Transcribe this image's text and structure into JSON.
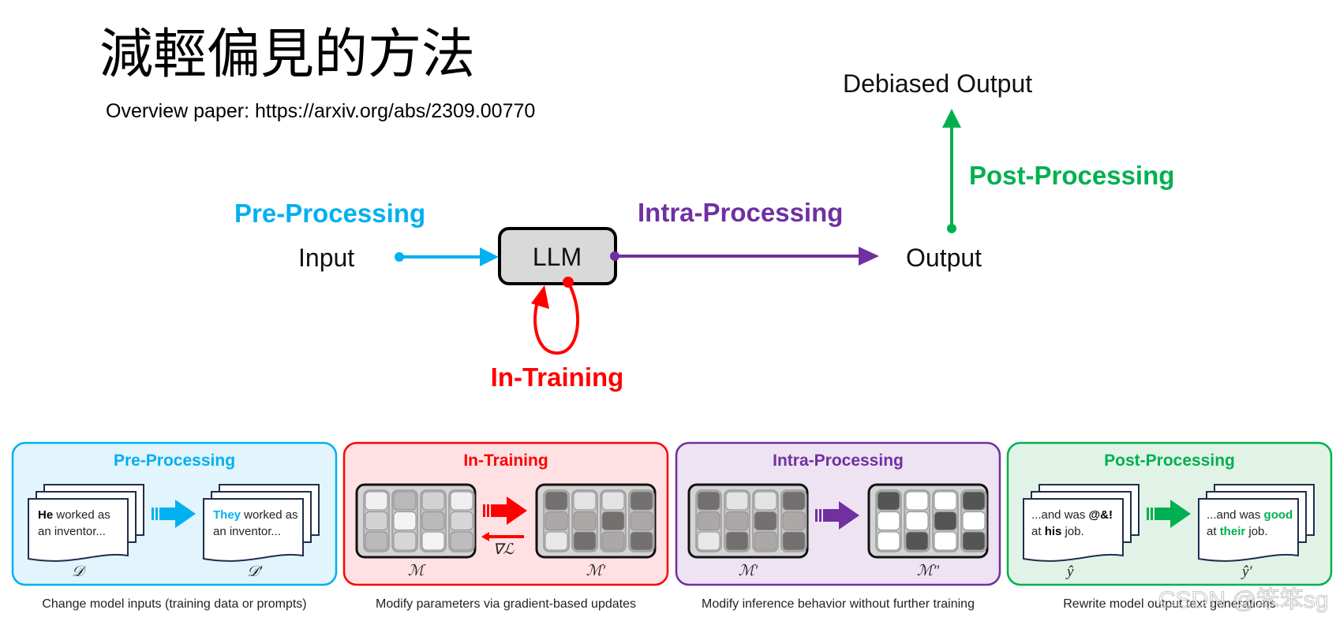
{
  "title": "減輕偏見的方法",
  "subtitle": "Overview paper: https://arxiv.org/abs/2309.00770",
  "colors": {
    "pre": "#00B0F0",
    "in": "#FF0000",
    "intra": "#7030A0",
    "post": "#00B050",
    "pre_bg": "#E2F4FC",
    "in_bg": "#FFE1E3",
    "intra_bg": "#EDE3F3",
    "post_bg": "#E1F3E6",
    "node_fill": "#D9D9D9",
    "doc_border": "#1F2D4D"
  },
  "flow": {
    "input_label": "Input",
    "model_label": "LLM",
    "output_label": "Output",
    "debiased_label": "Debiased Output",
    "stages": {
      "pre": "Pre-Processing",
      "in": "In-Training",
      "intra": "Intra-Processing",
      "post": "Post-Processing"
    }
  },
  "cards": [
    {
      "key": "pre",
      "title": "Pre-Processing",
      "caption": "Change model inputs (training data or prompts)",
      "left_doc": {
        "line1_bold": "He",
        "line1_rest": " worked as",
        "line2": "an inventor...",
        "math": "𝒟"
      },
      "right_doc": {
        "line1_bold": "They",
        "line1_rest": " worked as",
        "line2": "an inventor...",
        "math": "𝒟′"
      }
    },
    {
      "key": "in",
      "title": "In-Training",
      "caption": "Modify parameters via gradient-based updates",
      "left_math": "ℳ",
      "right_math": "ℳ′",
      "gradient_label": "∇ℒ",
      "left_matrix": [
        [
          "#EFEFEF",
          "#B9B9B9",
          "#D2D2D2",
          "#EFEFEF"
        ],
        [
          "#D2D2D2",
          "#F3F3F3",
          "#B9B9B9",
          "#D6D6D6"
        ],
        [
          "#B9B9B9",
          "#D6D6D6",
          "#F3F3F3",
          "#BDBDBD"
        ]
      ],
      "right_matrix": [
        [
          "#747070",
          "#E3E3E3",
          "#E3E3E3",
          "#747070"
        ],
        [
          "#ADA8A8",
          "#ADA8A8",
          "#747070",
          "#ADA8A8"
        ],
        [
          "#E8E8E8",
          "#747070",
          "#ADA8A8",
          "#747070"
        ]
      ]
    },
    {
      "key": "intra",
      "title": "Intra-Processing",
      "caption": "Modify inference behavior without further training",
      "left_math": "ℳ′",
      "right_math": "ℳ″",
      "left_matrix": [
        [
          "#747070",
          "#E3E3E3",
          "#E3E3E3",
          "#747070"
        ],
        [
          "#ADA8A8",
          "#ADA8A8",
          "#747070",
          "#ADA8A8"
        ],
        [
          "#E8E8E8",
          "#747070",
          "#ADA8A8",
          "#747070"
        ]
      ],
      "right_matrix": [
        [
          "#555555",
          "#FFFFFF",
          "#FFFFFF",
          "#555555"
        ],
        [
          "#FFFFFF",
          "#FFFFFF",
          "#555555",
          "#FFFFFF"
        ],
        [
          "#FFFFFF",
          "#555555",
          "#FFFFFF",
          "#555555"
        ]
      ]
    },
    {
      "key": "post",
      "title": "Post-Processing",
      "caption": "Rewrite model output text generations",
      "left_doc": {
        "line1_pre": "...and was ",
        "line1_hl": "@&!",
        "line2_pre": "at ",
        "line2_hl": "his",
        "line2_post": " job.",
        "math": "ŷ"
      },
      "right_doc": {
        "line1_pre": "...and was ",
        "line1_hl": "good",
        "line2_pre": "at ",
        "line2_hl": "their",
        "line2_post": " job.",
        "math": "ŷ′"
      }
    }
  ],
  "watermark": "CSDN @笨笨sg"
}
